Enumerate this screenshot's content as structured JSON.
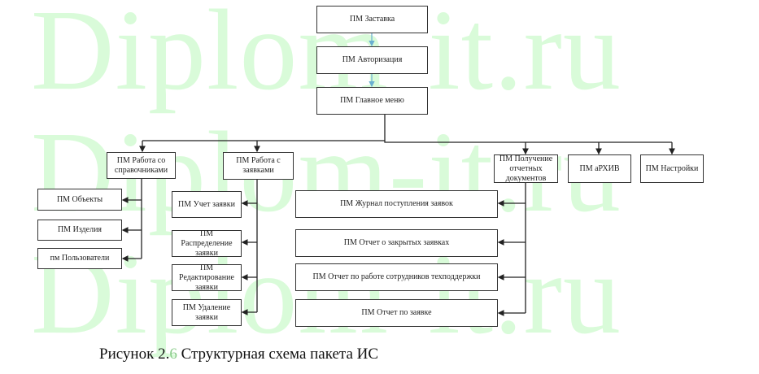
{
  "watermark": "Diplom-it.ru",
  "nodes": {
    "splash": "ПМ Заставка",
    "auth": "ПМ Авторизация",
    "main_menu": "ПМ Главное меню",
    "directories": "ПМ Работа со справочниками",
    "requests": "ПМ Работа с заявками",
    "reports": "ПМ Получение отчетных документов",
    "archive": "ПМ аРХИВ",
    "settings": "ПМ Настройки"
  },
  "directories_children": [
    "ПМ Объекты",
    "ПМ Изделия",
    "пм Пользователи"
  ],
  "requests_children": [
    "ПМ Учет заявки",
    "ПМ Распределение заявки",
    "ПМ Редактирование заявки",
    "ПМ Удаление заявки"
  ],
  "reports_children": [
    "ПМ Журнал поступления заявок",
    "ПМ Отчет о закрытых заявках",
    "ПМ Отчет по работе сотрудников техподдержки",
    "ПМ Отчет по заявке"
  ],
  "caption": {
    "prefix": "Рисунок 2.",
    "number": "6",
    "suffix": " Структурная схема пакета ИС"
  }
}
